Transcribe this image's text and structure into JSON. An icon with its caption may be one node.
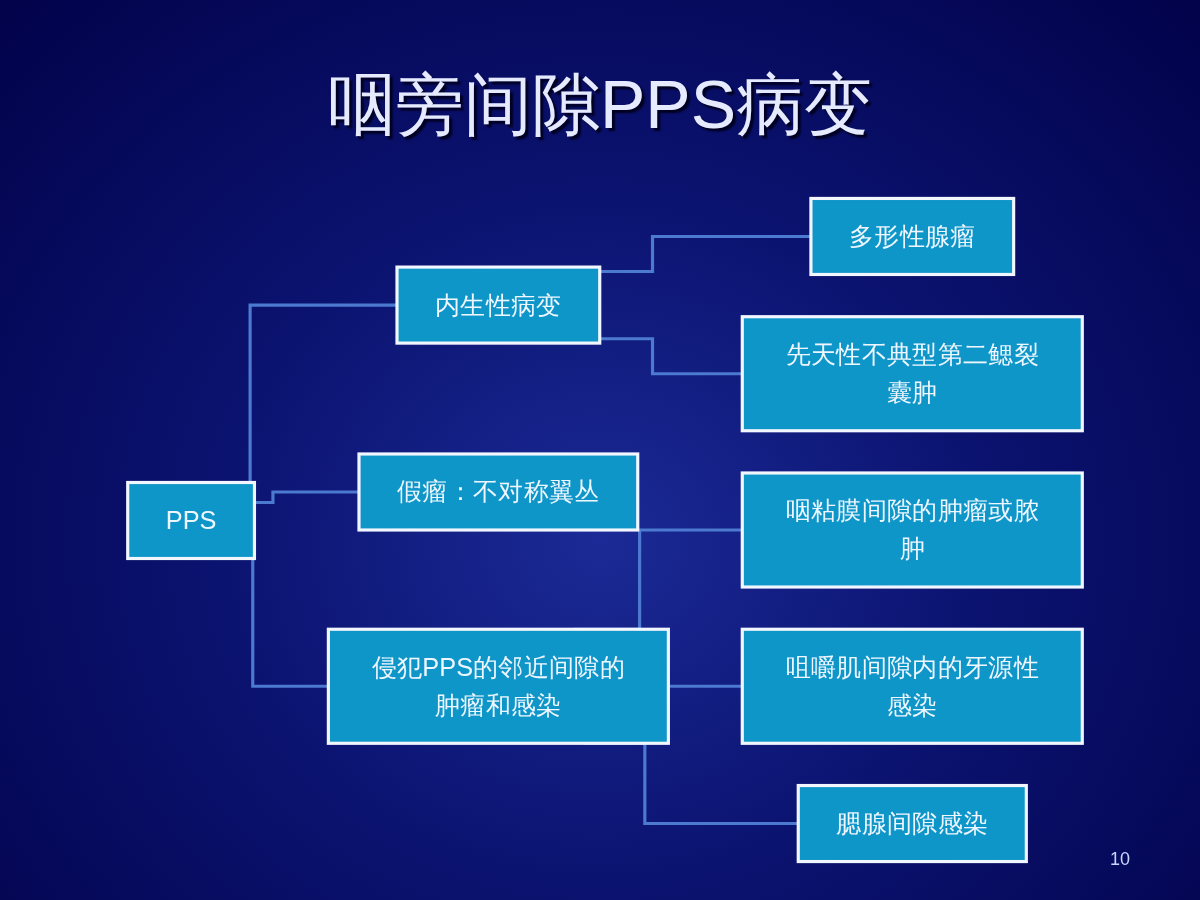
{
  "diagram": {
    "title": "咽旁间隙PPS病变",
    "nodes": [
      {
        "text": [
          "PPS"
        ]
      },
      {
        "text": [
          "内生性病变"
        ]
      },
      {
        "text": [
          "假瘤：不对称翼丛"
        ]
      },
      {
        "text": [
          "侵犯PPS的邻近间隙的肿瘤和感染"
        ]
      },
      {
        "text": [
          "多形性腺瘤"
        ]
      },
      {
        "text": [
          "先天性不典型第二鳃裂囊肿"
        ]
      },
      {
        "text": [
          "咽粘膜间隙的肿瘤或脓肿"
        ]
      },
      {
        "text": [
          "咀嚼肌间隙内的牙源性感染"
        ]
      },
      {
        "text": [
          "腮腺间隙感染"
        ]
      }
    ],
    "edges": [
      {
        "from": 0,
        "to": 1,
        "arrow": "none"
      },
      {
        "from": 0,
        "to": 2,
        "arrow": "none"
      },
      {
        "from": 0,
        "to": 3,
        "arrow": "none"
      },
      {
        "from": 1,
        "to": 4,
        "arrow": "none"
      },
      {
        "from": 1,
        "to": 5,
        "arrow": "none"
      },
      {
        "from": 3,
        "to": 6,
        "arrow": "none"
      },
      {
        "from": 3,
        "to": 7,
        "arrow": "none"
      },
      {
        "from": 3,
        "to": 8,
        "arrow": "none"
      }
    ],
    "labels": [
      "10"
    ]
  }
}
